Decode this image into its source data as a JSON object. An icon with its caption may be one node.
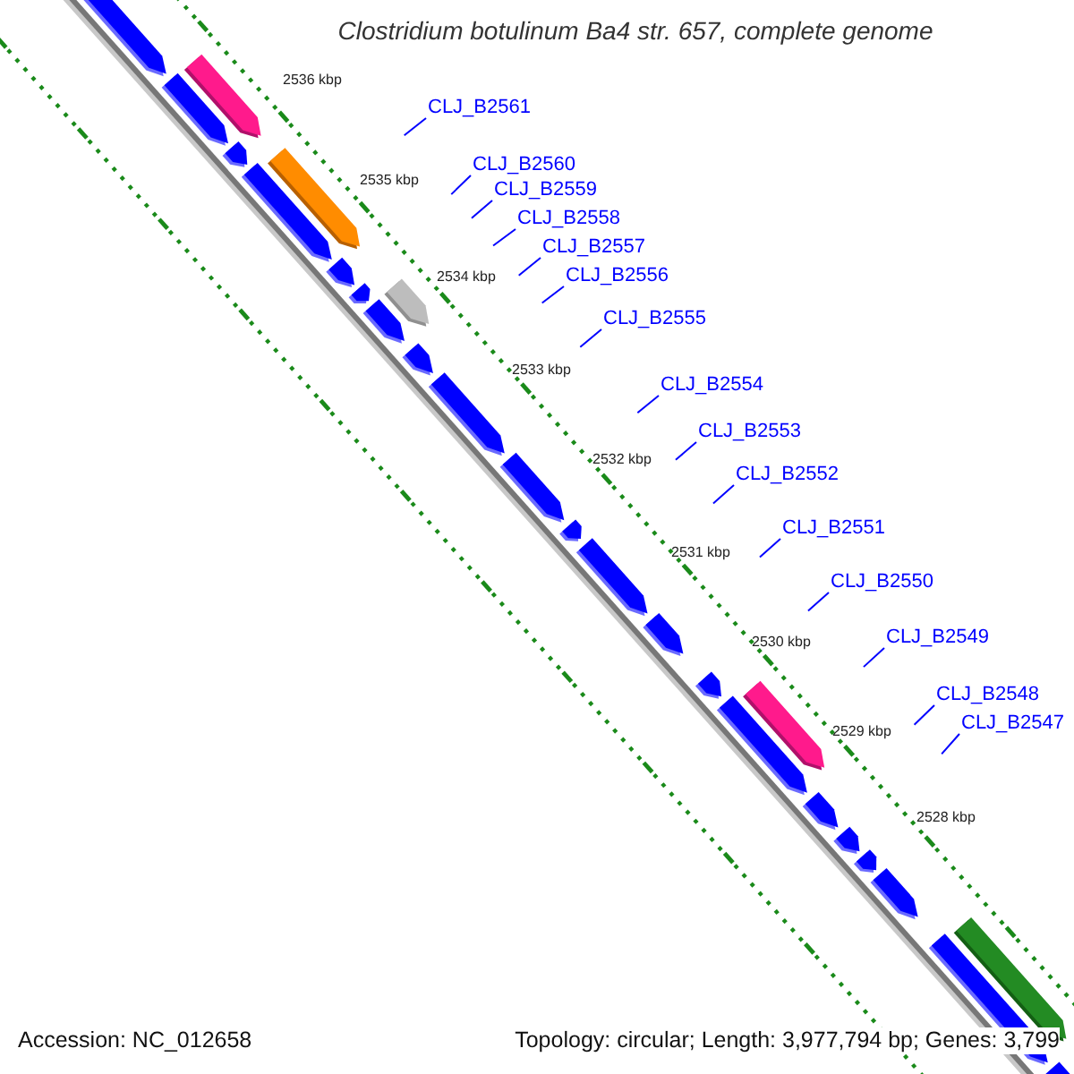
{
  "diagram": {
    "title": "Clostridium botulinum Ba4 str. 657, complete genome",
    "nodes": [
      {
        "text": [
          "CLJ_B2561"
        ]
      },
      {
        "text": [
          "CLJ_B2560"
        ]
      },
      {
        "text": [
          "CLJ_B2559"
        ]
      },
      {
        "text": [
          "CLJ_B2558"
        ]
      },
      {
        "text": [
          "CLJ_B2557"
        ]
      },
      {
        "text": [
          "CLJ_B2556"
        ]
      },
      {
        "text": [
          "CLJ_B2555"
        ]
      },
      {
        "text": [
          "CLJ_B2554"
        ]
      },
      {
        "text": [
          "CLJ_B2553"
        ]
      },
      {
        "text": [
          "CLJ_B2552"
        ]
      },
      {
        "text": [
          "CLJ_B2551"
        ]
      },
      {
        "text": [
          "CLJ_B2550"
        ]
      },
      {
        "text": [
          "CLJ_B2549"
        ]
      },
      {
        "text": [
          "CLJ_B2548"
        ]
      },
      {
        "text": [
          "CLJ_B2547"
        ]
      }
    ],
    "edges": [
      {
        "from": 0,
        "to": null,
        "arrow": "none"
      },
      {
        "from": 1,
        "to": null,
        "arrow": "none"
      },
      {
        "from": 2,
        "to": null,
        "arrow": "none"
      },
      {
        "from": 3,
        "to": null,
        "arrow": "none"
      },
      {
        "from": 4,
        "to": null,
        "arrow": "none"
      },
      {
        "from": 5,
        "to": null,
        "arrow": "none"
      },
      {
        "from": 6,
        "to": null,
        "arrow": "none"
      },
      {
        "from": 7,
        "to": null,
        "arrow": "none"
      },
      {
        "from": 8,
        "to": null,
        "arrow": "none"
      },
      {
        "from": 9,
        "to": null,
        "arrow": "none"
      },
      {
        "from": 10,
        "to": null,
        "arrow": "none"
      },
      {
        "from": 11,
        "to": null,
        "arrow": "none"
      },
      {
        "from": 12,
        "to": null,
        "arrow": "none"
      },
      {
        "from": 13,
        "to": null,
        "arrow": "none"
      },
      {
        "from": 14,
        "to": null,
        "arrow": "none"
      }
    ],
    "labels": [
      "2536 kbp",
      "2535 kbp",
      "2534 kbp",
      "2533 kbp",
      "2532 kbp",
      "2531 kbp",
      "2530 kbp",
      "2529 kbp",
      "2528 kbp",
      "Accession: NC_012658",
      "Topology: circular; Length: 3,977,794 bp; Genes: 3,799"
    ]
  }
}
